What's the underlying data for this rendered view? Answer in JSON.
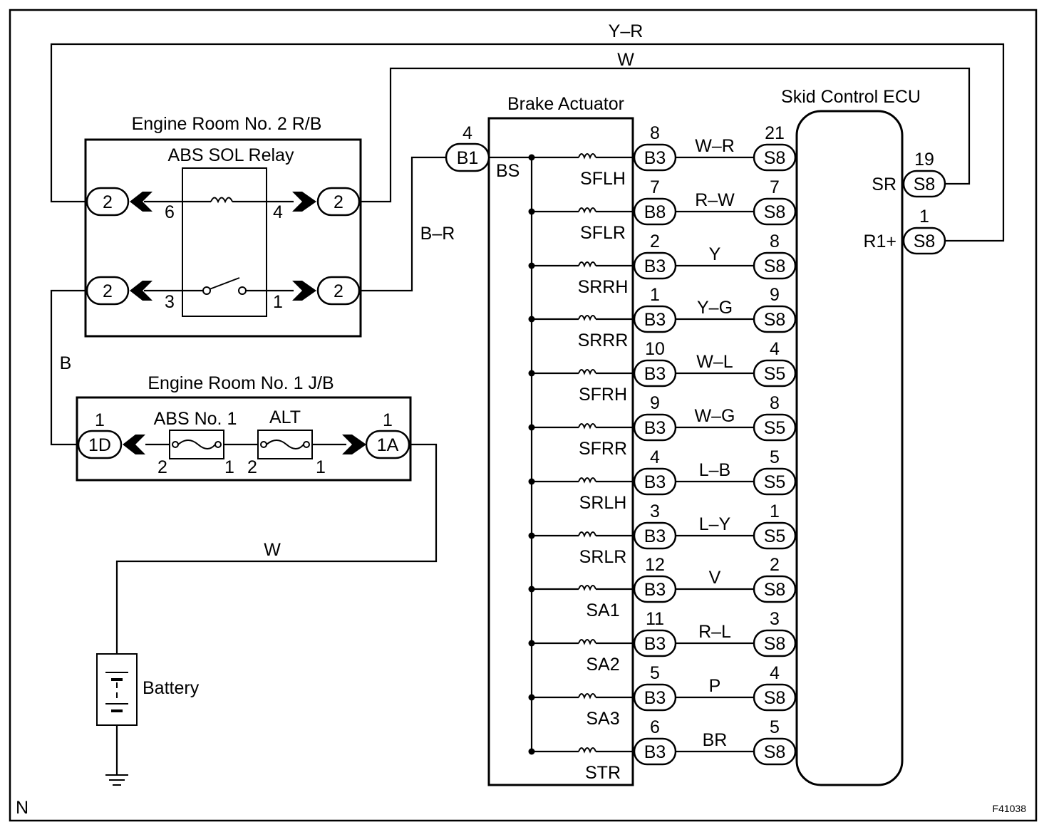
{
  "figure_id": "F41038",
  "corner_mark": "N",
  "wire_colors": {
    "top1": "Y–R",
    "top2": "W",
    "relay_to_b1": "B–R",
    "relay_to_jb": "B",
    "battery": "W"
  },
  "components": {
    "relay_block": "Engine Room No. 2 R/B",
    "relay": "ABS SOL Relay",
    "jb": "Engine Room No. 1 J/B",
    "fuse1": "ABS No. 1",
    "fuse2": "ALT",
    "battery": "Battery",
    "actuator": "Brake Actuator",
    "ecu": "Skid Control ECU"
  },
  "relay_connectors": {
    "top_left": "2",
    "top_right": "2",
    "bottom_left": "2",
    "bottom_right": "2",
    "pin6": "6",
    "pin4": "4",
    "pin3": "3",
    "pin1": "1"
  },
  "jb_connectors": {
    "left": "1D",
    "left_pin": "1",
    "right": "1A",
    "right_pin": "1",
    "fuse1_pin_a": "2",
    "fuse1_pin_b": "1",
    "fuse2_pin_a": "2",
    "fuse2_pin_b": "1"
  },
  "actuator_input": {
    "connector": "B1",
    "pin": "4",
    "signal": "BS"
  },
  "ecu_power": [
    {
      "name": "SR",
      "connector": "S8",
      "pin": "19"
    },
    {
      "name": "R1+",
      "connector": "S8",
      "pin": "1"
    }
  ],
  "circuits": [
    {
      "name": "SFLH",
      "act_conn": "B3",
      "act_pin": "8",
      "wire": "W–R",
      "ecu_conn": "S8",
      "ecu_pin": "21",
      "ecu_term": "SFLH"
    },
    {
      "name": "SFLR",
      "act_conn": "B8",
      "act_pin": "7",
      "wire": "R–W",
      "ecu_conn": "S8",
      "ecu_pin": "7",
      "ecu_term": "SFLR"
    },
    {
      "name": "SRRH",
      "act_conn": "B3",
      "act_pin": "2",
      "wire": "Y",
      "ecu_conn": "S8",
      "ecu_pin": "8",
      "ecu_term": "SRRH"
    },
    {
      "name": "SRRR",
      "act_conn": "B3",
      "act_pin": "1",
      "wire": "Y–G",
      "ecu_conn": "S8",
      "ecu_pin": "9",
      "ecu_term": "SRRR"
    },
    {
      "name": "SFRH",
      "act_conn": "B3",
      "act_pin": "10",
      "wire": "W–L",
      "ecu_conn": "S5",
      "ecu_pin": "4",
      "ecu_term": "SFRH"
    },
    {
      "name": "SFRR",
      "act_conn": "B3",
      "act_pin": "9",
      "wire": "W–G",
      "ecu_conn": "S5",
      "ecu_pin": "8",
      "ecu_term": "SFRR"
    },
    {
      "name": "SRLH",
      "act_conn": "B3",
      "act_pin": "4",
      "wire": "L–B",
      "ecu_conn": "S5",
      "ecu_pin": "5",
      "ecu_term": "SRLH"
    },
    {
      "name": "SRLR",
      "act_conn": "B3",
      "act_pin": "3",
      "wire": "L–Y",
      "ecu_conn": "S5",
      "ecu_pin": "1",
      "ecu_term": "SRLR"
    },
    {
      "name": "SA1",
      "act_conn": "B3",
      "act_pin": "12",
      "wire": "V",
      "ecu_conn": "S8",
      "ecu_pin": "2",
      "ecu_term": "SA1"
    },
    {
      "name": "SA2",
      "act_conn": "B3",
      "act_pin": "11",
      "wire": "R–L",
      "ecu_conn": "S8",
      "ecu_pin": "3",
      "ecu_term": "SA2"
    },
    {
      "name": "SA3",
      "act_conn": "B3",
      "act_pin": "5",
      "wire": "P",
      "ecu_conn": "S8",
      "ecu_pin": "4",
      "ecu_term": "SA3"
    },
    {
      "name": "STR",
      "act_conn": "B3",
      "act_pin": "6",
      "wire": "BR",
      "ecu_conn": "S8",
      "ecu_pin": "5",
      "ecu_term": "STR"
    }
  ]
}
